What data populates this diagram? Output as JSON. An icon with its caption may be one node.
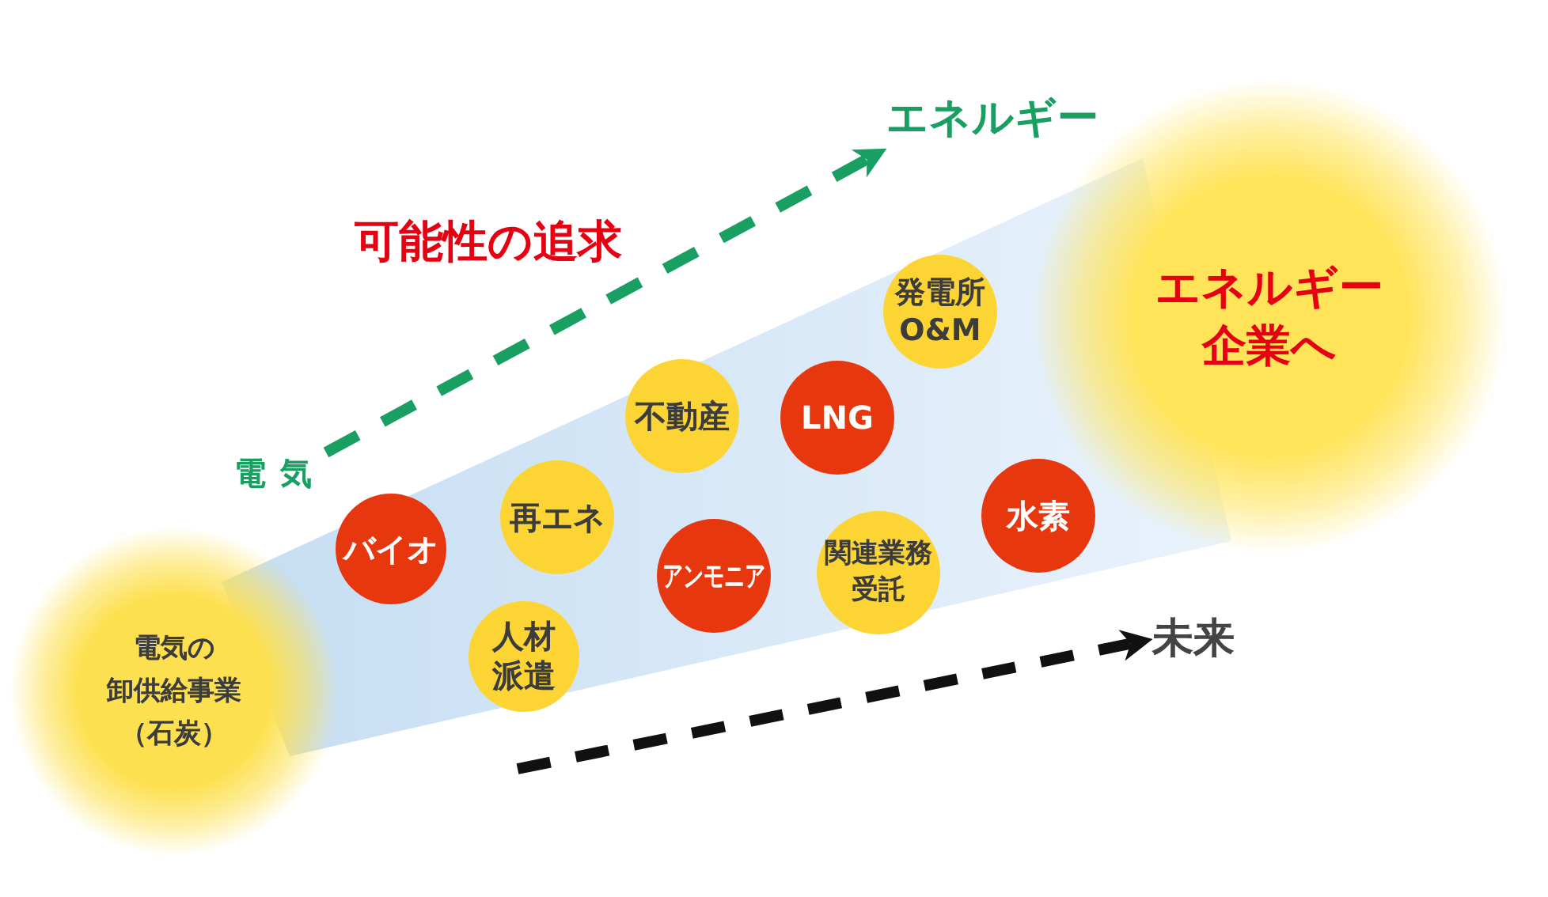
{
  "diagram": {
    "nodes": [
      {
        "text": [
          "電気の卸供給事業（石炭）"
        ]
      },
      {
        "text": [
          "電気"
        ]
      },
      {
        "text": [
          "バイオ"
        ]
      },
      {
        "text": [
          "人材派遣"
        ]
      },
      {
        "text": [
          "再エネ"
        ]
      },
      {
        "text": [
          "不動産"
        ]
      },
      {
        "text": [
          "アンモニア"
        ]
      },
      {
        "text": [
          "LNG"
        ]
      },
      {
        "text": [
          "関連業務受託"
        ]
      },
      {
        "text": [
          "エネルギー"
        ]
      },
      {
        "text": [
          "発電所O&M"
        ]
      },
      {
        "text": [
          "水素"
        ]
      },
      {
        "text": [
          "未来"
        ]
      },
      {
        "text": [
          "エネルギー企業へ"
        ]
      }
    ],
    "edges": [
      {
        "from": 1,
        "to": 9,
        "arrow": "to",
        "style": "dashed",
        "color": "#1a9f63"
      },
      {
        "from": null,
        "to": 12,
        "arrow": "to",
        "style": "dashed",
        "color": "#111111"
      }
    ],
    "labels": [
      "可能性の追求"
    ]
  }
}
